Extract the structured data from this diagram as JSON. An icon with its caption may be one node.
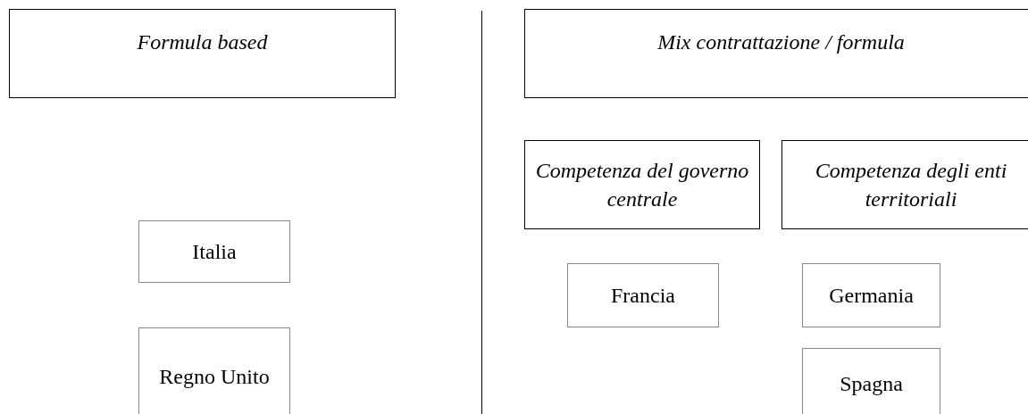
{
  "diagram": {
    "nodes": [
      {
        "text": [
          "Formula based"
        ]
      },
      {
        "text": [
          "Italia"
        ]
      },
      {
        "text": [
          "Regno Unito"
        ]
      },
      {
        "text": [
          "Mix contrattazione / formula"
        ]
      },
      {
        "text": [
          "Competenza del governo centrale"
        ]
      },
      {
        "text": [
          "Competenza degli enti territoriali"
        ]
      },
      {
        "text": [
          "Francia"
        ]
      },
      {
        "text": [
          "Germania"
        ]
      },
      {
        "text": [
          "Spagna"
        ]
      }
    ]
  }
}
